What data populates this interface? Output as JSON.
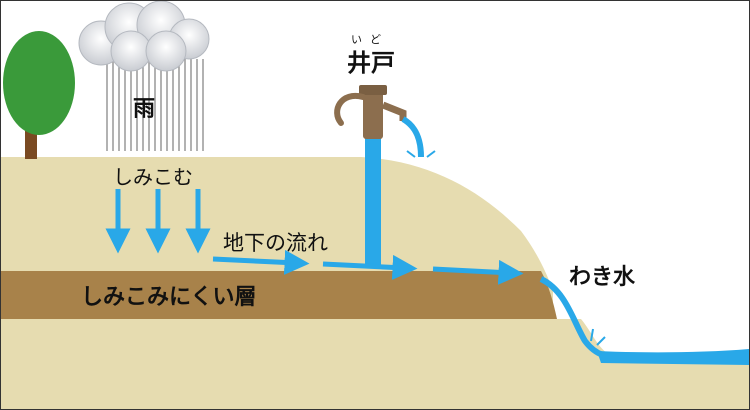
{
  "labels": {
    "rain": "雨",
    "soak_in": "しみこむ",
    "well": "井戸",
    "well_reading": "いど",
    "underground_flow": "地下の流れ",
    "impermeable_layer": "しみこみにくい層",
    "spring_water": "わき水"
  },
  "icons": [
    "rain-cloud-icon",
    "tree-icon",
    "hand-pump-icon"
  ],
  "colors": {
    "ground": "#e6dcb0",
    "layer": "#a8824a",
    "water": "#29a8e8",
    "tree": "#3a9a3a",
    "trunk": "#7a4a22",
    "pump": "#8c6e4e"
  }
}
